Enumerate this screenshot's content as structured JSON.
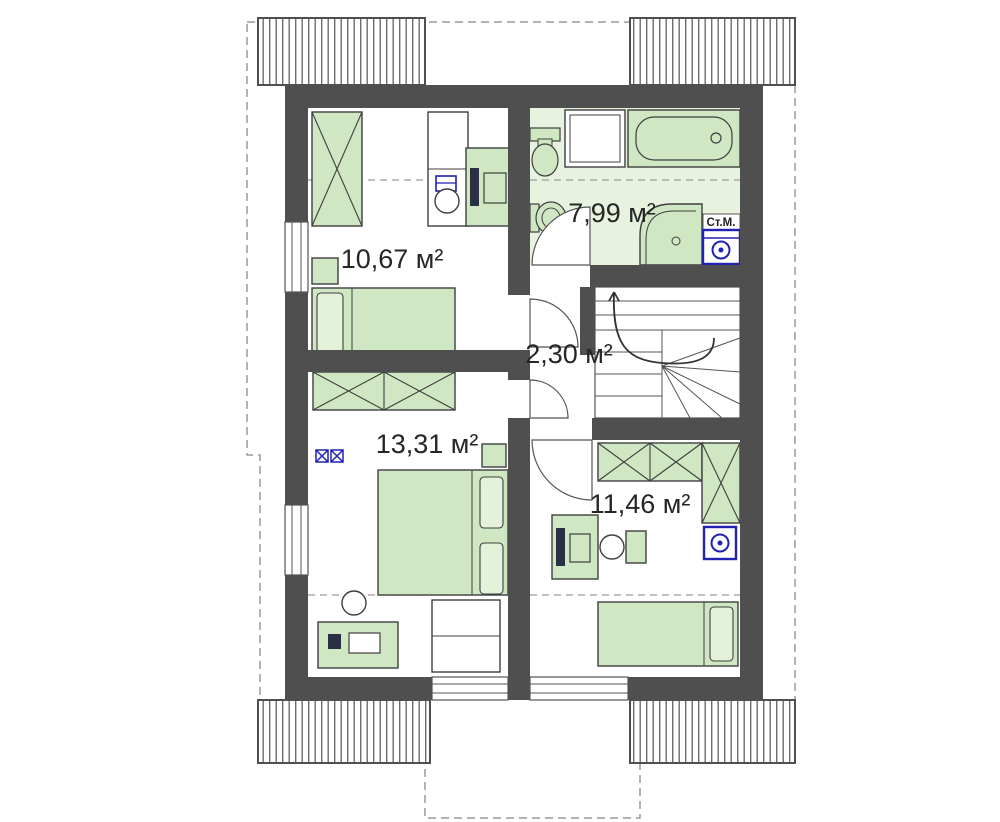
{
  "plan": {
    "type": "attic-floor-plan",
    "rooms": [
      {
        "id": "bedroom-upper-left",
        "area_label": "10,67 м²"
      },
      {
        "id": "bathroom",
        "area_label": "7,99 м²"
      },
      {
        "id": "hallway",
        "area_label": "2,30 м²"
      },
      {
        "id": "bedroom-lower-left",
        "area_label": "13,31 м²"
      },
      {
        "id": "bedroom-lower-right",
        "area_label": "11,46 м²"
      }
    ],
    "appliance_labels": {
      "washing_machine": "Ст.М."
    },
    "colors": {
      "wall": "#4f4f4f",
      "furniture_fill": "#cfe7c2",
      "furniture_fill_light": "#e4f2d9",
      "bathroom_floor": "#e7f3de",
      "outline": "#3f3f3f",
      "accent_blue": "#2222b2",
      "appliance_navy": "#2a3044",
      "dashed_line": "#9a9a9a",
      "text": "#262626"
    }
  }
}
